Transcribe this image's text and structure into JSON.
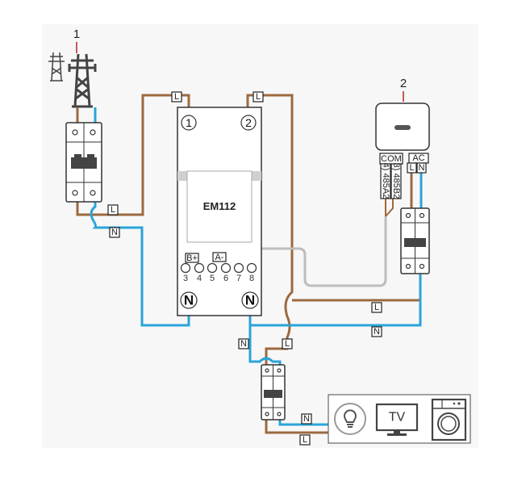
{
  "title": "EM112 energy meter wiring diagram",
  "callouts": {
    "grid": "1",
    "inverter": "2"
  },
  "meter": {
    "model": "EM112",
    "terminal_1": "1",
    "terminal_2": "2",
    "neutral_in": "N",
    "neutral_out": "N",
    "rs485_labels": {
      "b": "B+",
      "a": "A-"
    },
    "terminals": [
      "3",
      "4",
      "5",
      "6",
      "7",
      "8"
    ]
  },
  "inverter": {
    "com_label": "COM",
    "com_pins": [
      "4) 485A2",
      "3) 485B2"
    ],
    "ac_label": "AC",
    "ac_pins": [
      "L",
      "N"
    ]
  },
  "wire_labels": {
    "line": "L",
    "neutral": "N"
  },
  "loads": {
    "tv_label": "TV",
    "items": [
      "light-bulb",
      "television",
      "washing-machine"
    ]
  },
  "colors": {
    "line_wire": "#9c6a3f",
    "neutral_wire": "#2aa4d9",
    "comm_wire": "#bdbdbd",
    "callout_arrow": "#b22222"
  }
}
